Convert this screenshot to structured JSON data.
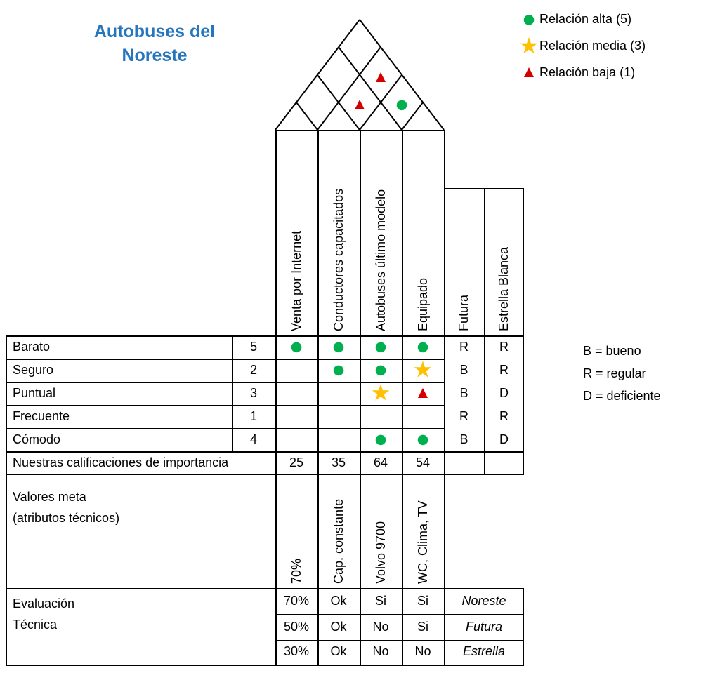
{
  "title": {
    "line1": "Autobuses del",
    "line2": "Noreste"
  },
  "legend": {
    "items": [
      {
        "symbol": "circle",
        "label": "Relación alta (5)"
      },
      {
        "symbol": "star",
        "label": "Relación media (3)"
      },
      {
        "symbol": "triangle",
        "label": "Relación baja (1)"
      }
    ]
  },
  "rating_legend": {
    "items": [
      "B = bueno",
      "R = regular",
      "D = deficiente"
    ]
  },
  "tech_columns": [
    "Venta por Internet",
    "Conductores capacitados",
    "Autobuses último modelo",
    "Equipado"
  ],
  "competitors": [
    "Futura",
    "Estrella Blanca"
  ],
  "roof": {
    "cells": [
      {
        "pair": "Conductores capacitados / Equipado",
        "symbol": "triangle"
      },
      {
        "pair": "Conductores capacitados / Autobuses último modelo",
        "symbol": "triangle"
      },
      {
        "pair": "Autobuses último modelo / Equipado",
        "symbol": "circle"
      }
    ]
  },
  "requirements": [
    {
      "label": "Barato",
      "importance": "5",
      "relations": [
        "circle",
        "circle",
        "circle",
        "circle"
      ],
      "futura": "R",
      "estrella": "R"
    },
    {
      "label": "Seguro",
      "importance": "2",
      "relations": [
        "",
        "circle",
        "circle",
        "star"
      ],
      "futura": "B",
      "estrella": "R"
    },
    {
      "label": "Puntual",
      "importance": "3",
      "relations": [
        "",
        "",
        "star",
        "triangle"
      ],
      "futura": "B",
      "estrella": "D"
    },
    {
      "label": "Frecuente",
      "importance": "1",
      "relations": [
        "",
        "",
        "",
        ""
      ],
      "futura": "R",
      "estrella": "R"
    },
    {
      "label": "Cómodo",
      "importance": "4",
      "relations": [
        "",
        "",
        "circle",
        "circle"
      ],
      "futura": "B",
      "estrella": "D"
    }
  ],
  "importance_row": {
    "label": "Nuestras calificaciones de importancia",
    "values": [
      "25",
      "35",
      "64",
      "54"
    ]
  },
  "target_values": {
    "label_line1": "Valores meta",
    "label_line2": "(atributos técnicos)",
    "values": [
      "70%",
      "Cap. constante",
      "Volvo 9700",
      "WC, Clima, TV"
    ]
  },
  "technical_evaluation": {
    "label_line1": "Evaluación",
    "label_line2": "Técnica",
    "rows": [
      {
        "values": [
          "70%",
          "Ok",
          "Si",
          "Si"
        ],
        "company": "Noreste"
      },
      {
        "values": [
          "50%",
          "Ok",
          "No",
          "Si"
        ],
        "company": "Futura"
      },
      {
        "values": [
          "30%",
          "Ok",
          "No",
          "No"
        ],
        "company": "Estrella"
      }
    ]
  },
  "colors": {
    "high": "#00B04F",
    "medium": "#FFC000",
    "low": "#D40000",
    "title": "#2576BE"
  }
}
